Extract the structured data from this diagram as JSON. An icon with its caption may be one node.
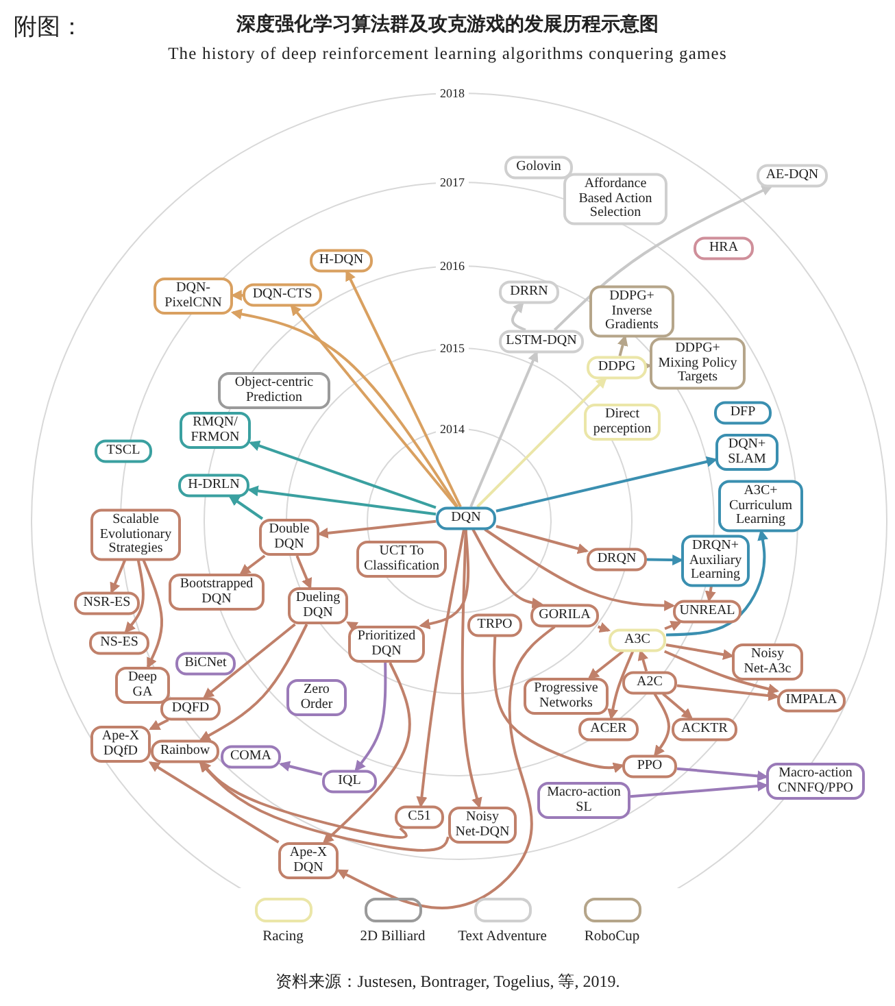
{
  "diagram": {
    "title": "深度强化学习算法群及攻克游戏的发展历程示意图",
    "caption": "资料来源：Justesen, Bontrager, Togelius, 等, 2019.",
    "labels": [
      "附图：",
      "The history of deep reinforcement learning algorithms conquering games",
      "2018",
      "2017",
      "2016",
      "2015",
      "2014"
    ],
    "nodes": [
      {
        "text": [
          "Golovin"
        ]
      },
      {
        "text": [
          "AE-DQN"
        ]
      },
      {
        "text": [
          "Affordance Based Action Selection"
        ]
      },
      {
        "text": [
          "HRA"
        ]
      },
      {
        "text": [
          "H-DQN"
        ]
      },
      {
        "text": [
          "DRRN"
        ]
      },
      {
        "text": [
          "DQN-CTS"
        ]
      },
      {
        "text": [
          "DQN- PixelCNN"
        ]
      },
      {
        "text": [
          "DDPG+ Inverse Gradients"
        ]
      },
      {
        "text": [
          "LSTM-DQN"
        ]
      },
      {
        "text": [
          "DDPG+ Mixing Policy Targets"
        ]
      },
      {
        "text": [
          "DDPG"
        ]
      },
      {
        "text": [
          "Object-centric Prediction"
        ]
      },
      {
        "text": [
          "DFP"
        ]
      },
      {
        "text": [
          "Direct perception"
        ]
      },
      {
        "text": [
          "RMQN/ FRMON"
        ]
      },
      {
        "text": [
          "TSCL"
        ]
      },
      {
        "text": [
          "DQN+ SLAM"
        ]
      },
      {
        "text": [
          "H-DRLN"
        ]
      },
      {
        "text": [
          "A3C+ Curriculum Learning"
        ]
      },
      {
        "text": [
          "DQN"
        ]
      },
      {
        "text": [
          "Scalable Evolutionary Strategies"
        ]
      },
      {
        "text": [
          "Double DQN"
        ]
      },
      {
        "text": [
          "UCT To Classification"
        ]
      },
      {
        "text": [
          "DRQN"
        ]
      },
      {
        "text": [
          "DRQN+ Auxiliary Learning"
        ]
      },
      {
        "text": [
          "Bootstrapped DQN"
        ]
      },
      {
        "text": [
          "NSR-ES"
        ]
      },
      {
        "text": [
          "Dueling DQN"
        ]
      },
      {
        "text": [
          "UNREAL"
        ]
      },
      {
        "text": [
          "GORILA"
        ]
      },
      {
        "text": [
          "TRPO"
        ]
      },
      {
        "text": [
          "A3C"
        ]
      },
      {
        "text": [
          "NS-ES"
        ]
      },
      {
        "text": [
          "Prioritized DQN"
        ]
      },
      {
        "text": [
          "Noisy Net-A3c"
        ]
      },
      {
        "text": [
          "BiCNet"
        ]
      },
      {
        "text": [
          "A2C"
        ]
      },
      {
        "text": [
          "Deep GA"
        ]
      },
      {
        "text": [
          "Progressive Networks"
        ]
      },
      {
        "text": [
          "Zero Order"
        ]
      },
      {
        "text": [
          "IMPALA"
        ]
      },
      {
        "text": [
          "DQFD"
        ]
      },
      {
        "text": [
          "ACER"
        ]
      },
      {
        "text": [
          "ACKTR"
        ]
      },
      {
        "text": [
          "Ape-X DQfD"
        ]
      },
      {
        "text": [
          "Rainbow"
        ]
      },
      {
        "text": [
          "COMA"
        ]
      },
      {
        "text": [
          "PPO"
        ]
      },
      {
        "text": [
          "IQL"
        ]
      },
      {
        "text": [
          "Macro-action CNNFQ/PPO"
        ]
      },
      {
        "text": [
          "Macro-action SL"
        ]
      },
      {
        "text": [
          "C51"
        ]
      },
      {
        "text": [
          "Noisy Net-DQN"
        ]
      },
      {
        "text": [
          "Ape-X DQN"
        ]
      }
    ],
    "edges": [
      {
        "from": 20,
        "to": 4,
        "arrow": "to",
        "color": "#d9a060"
      },
      {
        "from": 20,
        "to": 6,
        "arrow": "to",
        "color": "#d9a060"
      },
      {
        "from": 20,
        "to": 7,
        "arrow": "to",
        "color": "#d9a060"
      },
      {
        "from": 6,
        "to": 7,
        "arrow": "to",
        "color": "#d9a060"
      },
      {
        "from": 20,
        "to": 15,
        "arrow": "to",
        "color": "#3aa0a0"
      },
      {
        "from": 20,
        "to": 18,
        "arrow": "to",
        "color": "#3aa0a0"
      },
      {
        "from": 22,
        "to": 18,
        "arrow": "to",
        "color": "#3aa0a0"
      },
      {
        "from": 20,
        "to": 9,
        "arrow": "to",
        "color": "#c8c8c8"
      },
      {
        "from": 9,
        "to": 5,
        "arrow": "to",
        "color": "#c8c8c8"
      },
      {
        "from": 9,
        "to": 1,
        "arrow": "to",
        "color": "#c8c8c8"
      },
      {
        "from": 20,
        "to": 11,
        "arrow": "to",
        "color": "#ebe6a8"
      },
      {
        "from": 11,
        "to": 8,
        "arrow": "to",
        "color": "#b5a58a"
      },
      {
        "from": 11,
        "to": 10,
        "arrow": "to",
        "color": "#b5a58a"
      },
      {
        "from": 20,
        "to": 17,
        "arrow": "to",
        "color": "#3a8fb0"
      },
      {
        "from": 20,
        "to": 22,
        "arrow": "to"
      },
      {
        "from": 20,
        "to": 24,
        "arrow": "to"
      },
      {
        "from": 20,
        "to": 29,
        "arrow": "to"
      },
      {
        "from": 20,
        "to": 30,
        "arrow": "to"
      },
      {
        "from": 20,
        "to": 34,
        "arrow": "to"
      },
      {
        "from": 20,
        "to": 52,
        "arrow": "to"
      },
      {
        "from": 20,
        "to": 53,
        "arrow": "to"
      },
      {
        "from": 24,
        "to": 25,
        "arrow": "to",
        "color": "#3a8fb0"
      },
      {
        "from": 25,
        "to": 29,
        "arrow": "to"
      },
      {
        "from": 32,
        "to": 19,
        "arrow": "to",
        "color": "#3a8fb0"
      },
      {
        "from": 32,
        "to": 29,
        "arrow": "to"
      },
      {
        "from": 30,
        "to": 32,
        "arrow": "to"
      },
      {
        "from": 32,
        "to": 35,
        "arrow": "to"
      },
      {
        "from": 32,
        "to": 41,
        "arrow": "to"
      },
      {
        "from": 37,
        "to": 41,
        "arrow": "to"
      },
      {
        "from": 37,
        "to": 32,
        "arrow": "to"
      },
      {
        "from": 32,
        "to": 39,
        "arrow": "to"
      },
      {
        "from": 32,
        "to": 43,
        "arrow": "to"
      },
      {
        "from": 37,
        "to": 44,
        "arrow": "to"
      },
      {
        "from": 37,
        "to": 48,
        "arrow": "to"
      },
      {
        "from": 31,
        "to": 48,
        "arrow": "to"
      },
      {
        "from": 48,
        "to": 50,
        "arrow": "to",
        "color": "#9a7ab8"
      },
      {
        "from": 51,
        "to": 50,
        "arrow": "to",
        "color": "#9a7ab8"
      },
      {
        "from": 30,
        "to": 54,
        "arrow": "to"
      },
      {
        "from": 22,
        "to": 26,
        "arrow": "to"
      },
      {
        "from": 22,
        "to": 28,
        "arrow": "to"
      },
      {
        "from": 34,
        "to": 28,
        "arrow": "to"
      },
      {
        "from": 28,
        "to": 42,
        "arrow": "to"
      },
      {
        "from": 28,
        "to": 46,
        "arrow": "to"
      },
      {
        "from": 34,
        "to": 49,
        "arrow": "to",
        "color": "#9a7ab8"
      },
      {
        "from": 49,
        "to": 47,
        "arrow": "to",
        "color": "#9a7ab8"
      },
      {
        "from": 34,
        "to": 54,
        "arrow": "to"
      },
      {
        "from": 42,
        "to": 45,
        "arrow": "to"
      },
      {
        "from": 54,
        "to": 45,
        "arrow": "to"
      },
      {
        "from": 21,
        "to": 27,
        "arrow": "to"
      },
      {
        "from": 21,
        "to": 33,
        "arrow": "to"
      },
      {
        "from": 21,
        "to": 38,
        "arrow": "to"
      },
      {
        "from": 52,
        "to": 46,
        "arrow": "to"
      },
      {
        "from": 53,
        "to": 46,
        "arrow": "to"
      }
    ],
    "legend": [
      {
        "text": "Racing"
      },
      {
        "text": "2D Billiard"
      },
      {
        "text": "Text Adventure"
      },
      {
        "text": "RoboCup"
      }
    ]
  }
}
